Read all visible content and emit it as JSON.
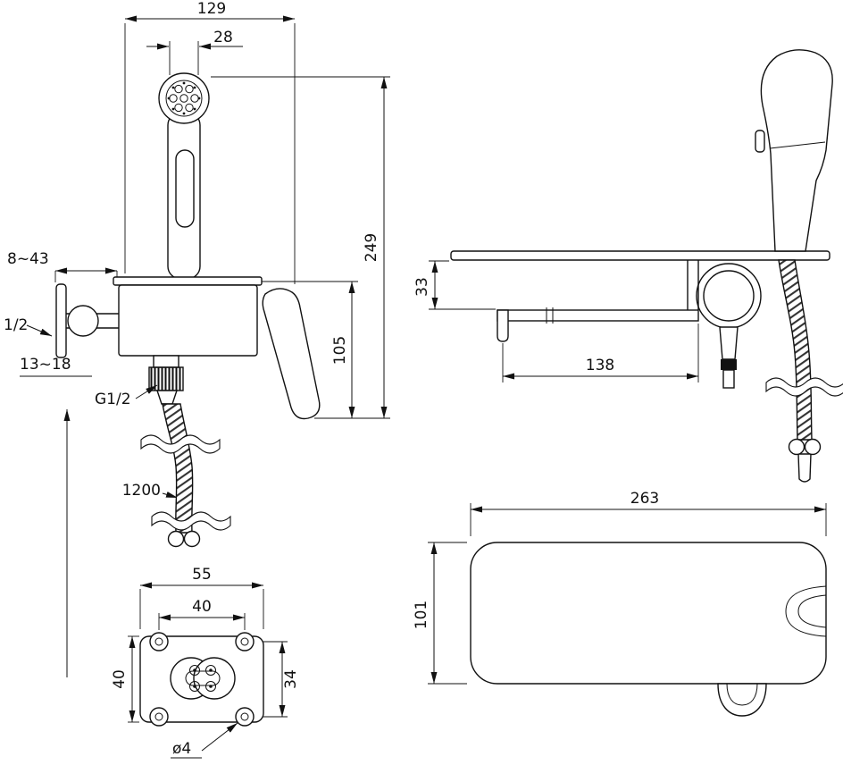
{
  "drawing": {
    "front_view": {
      "labels": {
        "total_width": "129",
        "head_width": "28",
        "total_height": "249",
        "body_height": "105",
        "wall_distance": "8~43",
        "inlet_thread": "1/2",
        "plate_depth": "13~18",
        "outlet_thread": "G1/2",
        "hose_length": "1200"
      }
    },
    "side_view": {
      "labels": {
        "shelf_offset": "33",
        "bracket_length": "138"
      }
    },
    "mounting_view": {
      "labels": {
        "body_width": "55",
        "hole_spacing_h": "40",
        "body_height": "40",
        "hole_spacing_v": "34",
        "hole_diameter": "ø4"
      }
    },
    "shelf_view": {
      "labels": {
        "width": "263",
        "depth": "101"
      }
    }
  }
}
